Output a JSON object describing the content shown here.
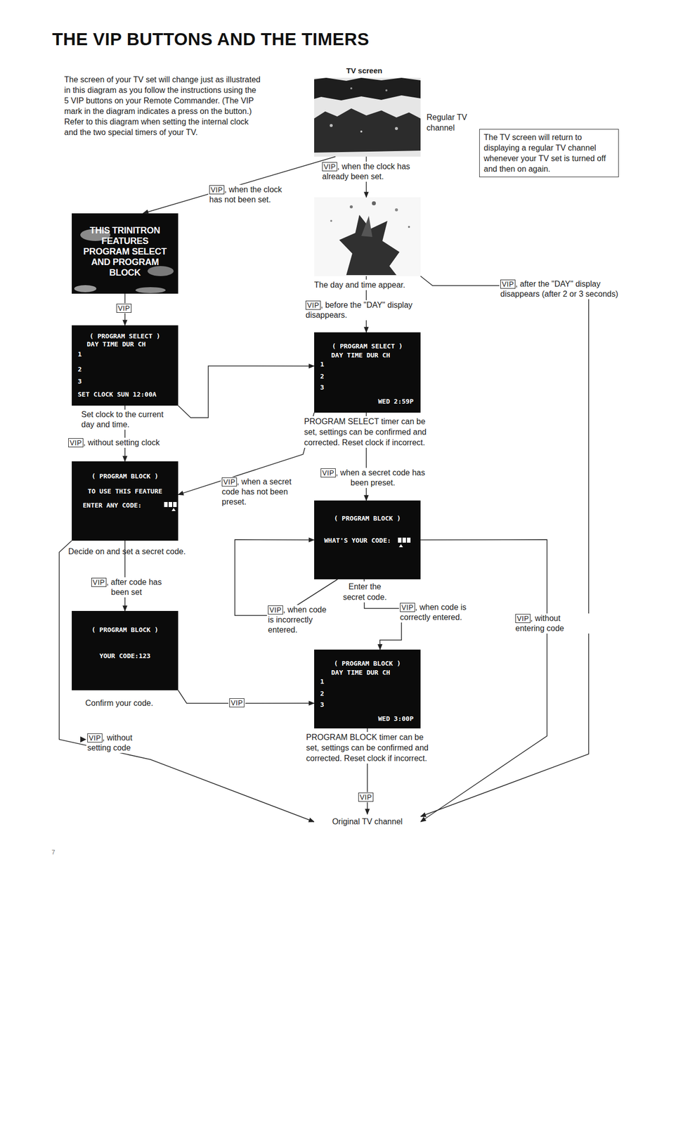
{
  "diagram": {
    "title": "THE VIP BUTTONS AND THE TIMERS",
    "nodes": [
      {
        "text": [
          "Regular TV channel"
        ]
      },
      {
        "text": [
          "The TV screen will return to displaying a regular TV channel whenever your TV set is turned off and then on again."
        ]
      },
      {
        "text": [
          "THIS TRINITRON FEATURES PROGRAM SELECT AND PROGRAM BLOCK"
        ]
      },
      {
        "text": [
          "The day and time appear."
        ]
      },
      {
        "text": [
          "( PROGRAM SELECT )",
          "DAY TIME DUR CH",
          "1",
          "2",
          "3",
          "SET CLOCK SUN 12:00A"
        ]
      },
      {
        "text": [
          "( PROGRAM SELECT )",
          "DAY TIME DUR CH",
          "1",
          "2",
          "3",
          "WED 2:59P",
          "PROGRAM SELECT timer can be set, settings can be confirmed and corrected. Reset clock if incorrect."
        ]
      },
      {
        "text": [
          "( PROGRAM BLOCK )",
          "TO USE THIS FEATURE",
          "ENTER ANY CODE:"
        ]
      },
      {
        "text": [
          "( PROGRAM BLOCK )",
          "WHAT'S YOUR CODE:"
        ]
      },
      {
        "text": [
          "( PROGRAM BLOCK )",
          "YOUR CODE:123"
        ]
      },
      {
        "text": [
          "( PROGRAM BLOCK )",
          "DAY TIME DUR CH",
          "1",
          "2",
          "3",
          "WED 3:00P",
          "PROGRAM BLOCK timer can be set, settings can be confirmed and corrected. Reset clock if incorrect."
        ]
      },
      {
        "text": [
          "Original TV channel"
        ]
      }
    ],
    "edges": [
      {
        "from": 0,
        "to": 3,
        "arrow": "to",
        "label": "VIP, when the clock has already been set."
      },
      {
        "from": 0,
        "to": 2,
        "arrow": "to",
        "label": "VIP, when the clock has not been set."
      },
      {
        "from": 2,
        "to": 4,
        "arrow": "to",
        "label": "VIP"
      },
      {
        "from": 3,
        "to": 5,
        "arrow": "to",
        "label": "VIP, before the \"DAY\" display disappears."
      },
      {
        "from": 3,
        "to": 10,
        "arrow": "to",
        "label": "VIP, after the \"DAY\" display disappears (after 2 or 3 seconds)"
      },
      {
        "from": 4,
        "to": 5,
        "arrow": "to",
        "label": "Set clock to the current day and time."
      },
      {
        "from": 4,
        "to": 6,
        "arrow": "to",
        "label": "VIP, without setting clock"
      },
      {
        "from": 5,
        "to": 6,
        "arrow": "to",
        "label": "VIP, when a secret code has not been preset."
      },
      {
        "from": 5,
        "to": 7,
        "arrow": "to",
        "label": "VIP, when a secret code has been preset."
      },
      {
        "from": 6,
        "to": 8,
        "arrow": "to",
        "label": "VIP, after code has been set"
      },
      {
        "from": 6,
        "to": 10,
        "arrow": "to",
        "label": "VIP, without setting code"
      },
      {
        "from": 8,
        "to": 9,
        "arrow": "to",
        "label": "VIP"
      },
      {
        "from": 7,
        "to": 9,
        "arrow": "to",
        "label": "VIP, when code is correctly entered."
      },
      {
        "from": 7,
        "to": 7,
        "arrow": "to",
        "label": "VIP, when code is incorrectly entered."
      },
      {
        "from": 7,
        "to": 10,
        "arrow": "to",
        "label": "VIP, without entering code"
      },
      {
        "from": 9,
        "to": 10,
        "arrow": "to",
        "label": "VIP"
      }
    ],
    "labels": [
      "The screen of your TV set will change just as illustrated in this diagram as you follow the instructions using the 5 VIP buttons on your Remote Commander. (The VIP mark in the diagram indicates a press on the button.) Refer to this diagram when setting the internal clock and the two special timers of your TV.",
      "TV screen",
      "Decide on and set a secret code.",
      "Confirm your code.",
      "Enter the secret code.",
      "7"
    ]
  }
}
